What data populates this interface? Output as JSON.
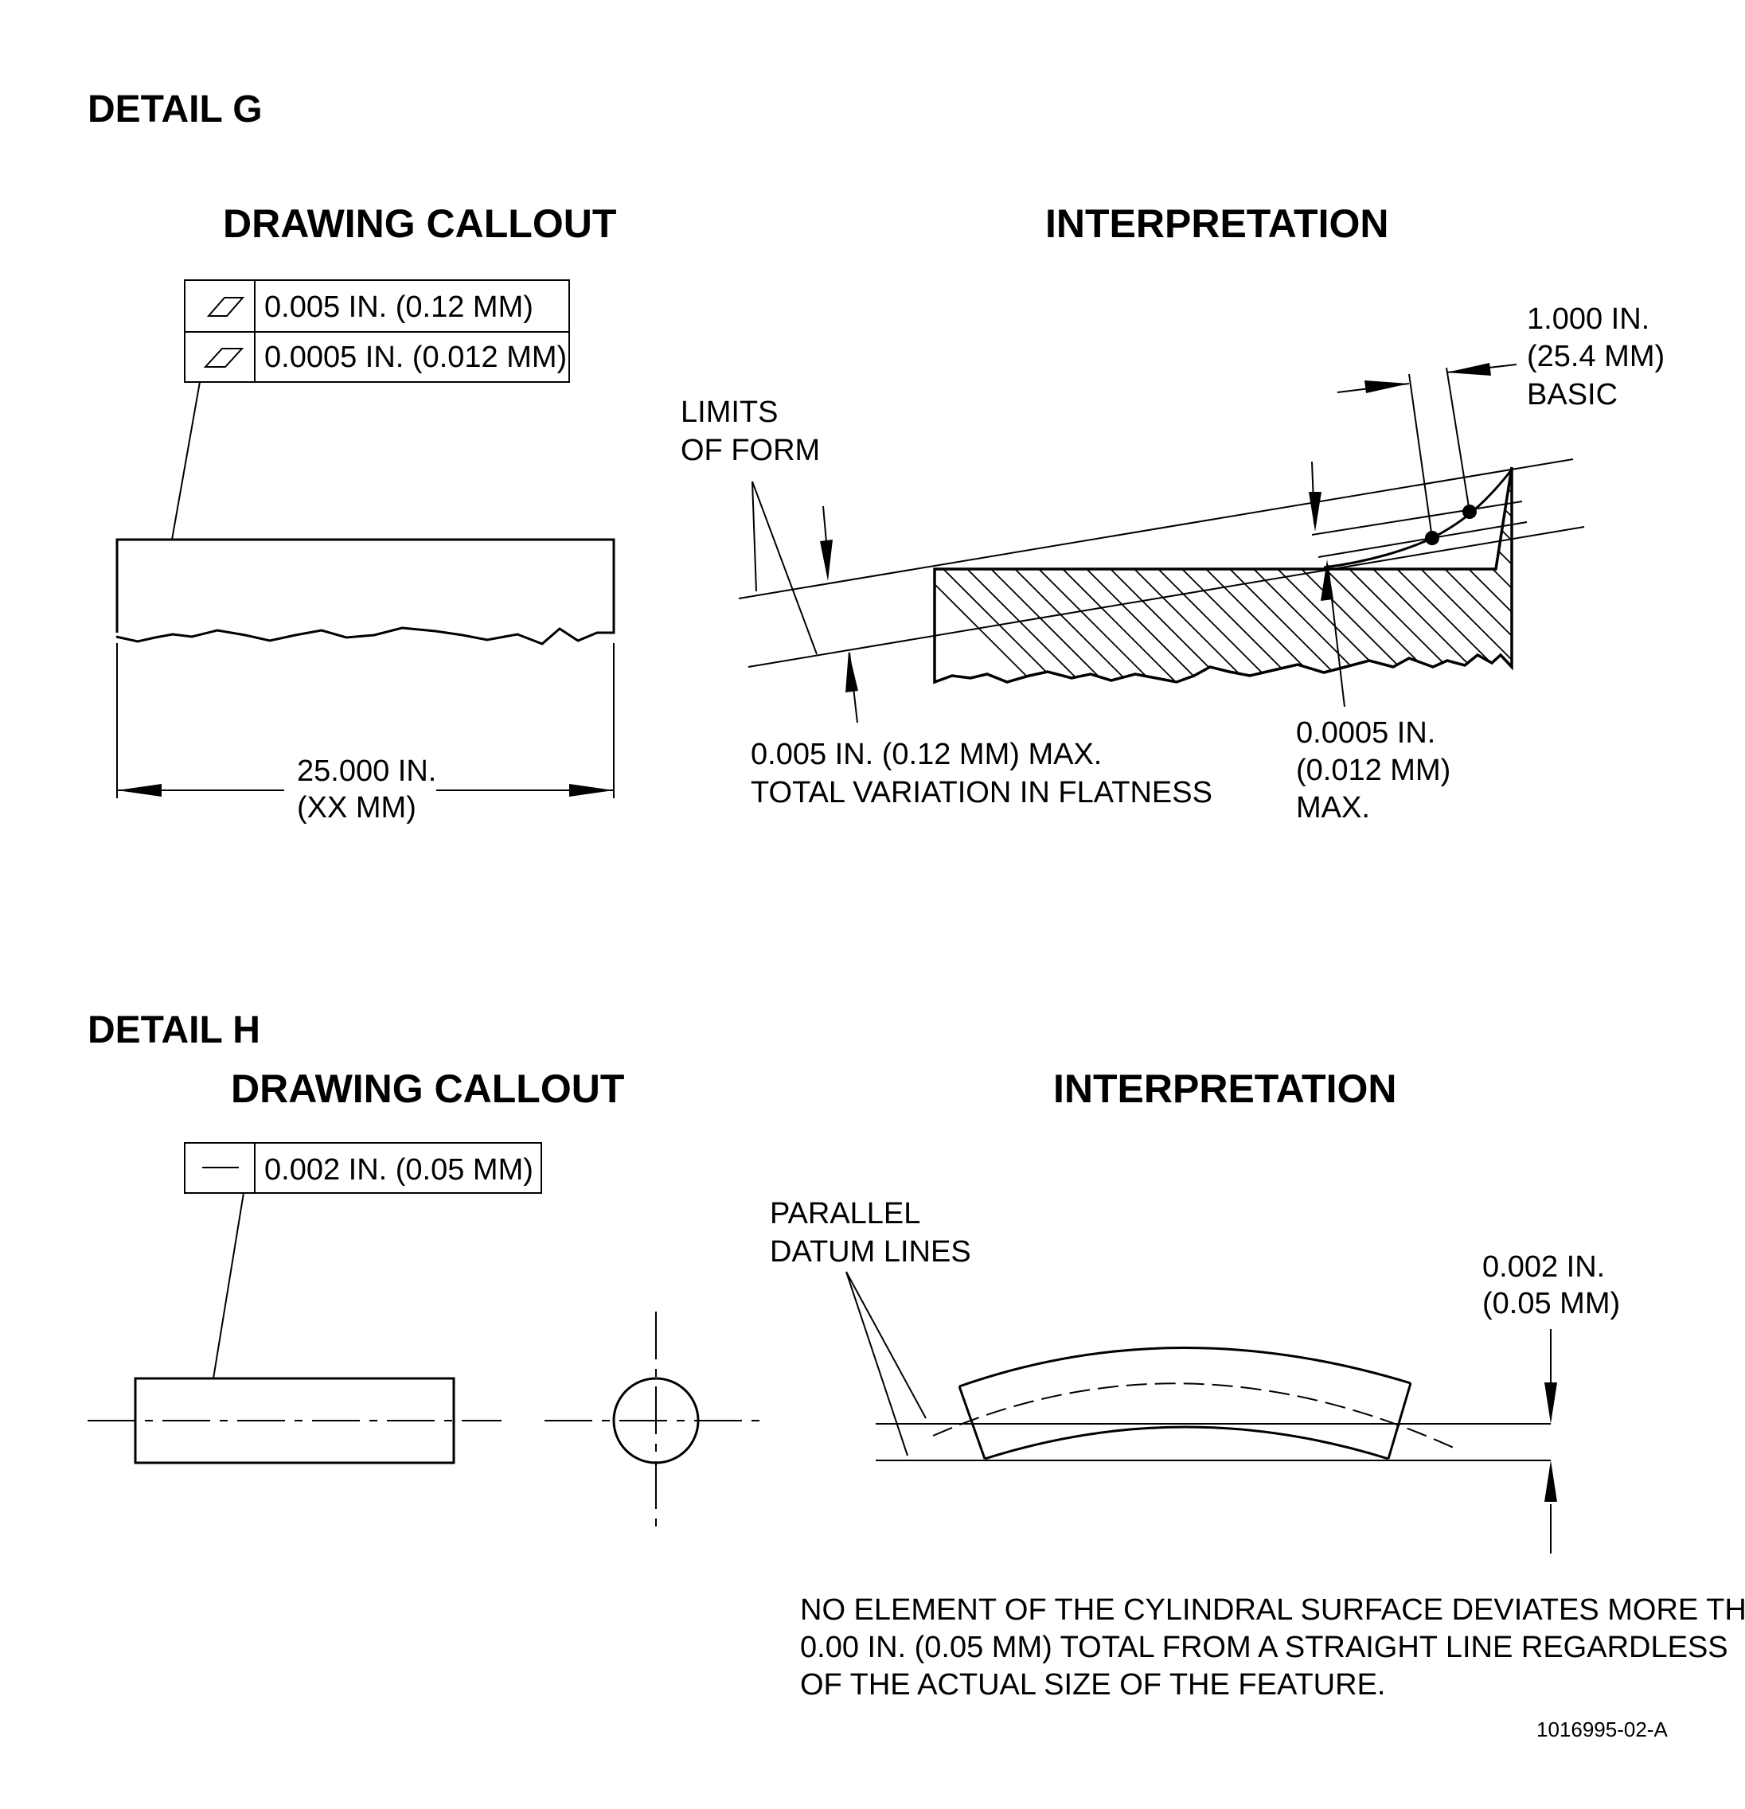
{
  "detail_g": {
    "title": "DETAIL G",
    "callout_heading": "DRAWING CALLOUT",
    "interp_heading": "INTERPRETATION",
    "frame_row1_value": "0.005 IN. (0.12 MM)",
    "frame_row2_value": "0.0005 IN. (0.012 MM)",
    "length_line1": "25.000 IN.",
    "length_line2": "(XX MM)",
    "limits_line1": "LIMITS",
    "limits_line2": "OF FORM",
    "basic_line1": "1.000 IN.",
    "basic_line2": "(25.4 MM)",
    "basic_line3": "BASIC",
    "total_line1": "0.005 IN. (0.12 MM) MAX.",
    "total_line2": "TOTAL VARIATION IN FLATNESS",
    "unit_line1": "0.0005 IN.",
    "unit_line2": "(0.012 MM)",
    "unit_line3": "MAX."
  },
  "detail_h": {
    "title": "DETAIL H",
    "callout_heading": "DRAWING CALLOUT",
    "interp_heading": "INTERPRETATION",
    "frame_value": "0.002 IN. (0.05 MM)",
    "parallel_line1": "PARALLEL",
    "parallel_line2": "DATUM LINES",
    "tol_line1": "0.002 IN.",
    "tol_line2": "(0.05 MM)",
    "note_line1": "NO ELEMENT OF THE CYLINDRAL SURFACE DEVIATES MORE THAN",
    "note_line2": "0.00 IN. (0.05 MM) TOTAL FROM A STRAIGHT LINE REGARDLESS",
    "note_line3": "OF THE ACTUAL SIZE OF THE FEATURE."
  },
  "figure_id": "1016995-02-A",
  "icons": {
    "flatness": "parallelogram-flatness-symbol",
    "straightness": "straightness-line-symbol"
  }
}
